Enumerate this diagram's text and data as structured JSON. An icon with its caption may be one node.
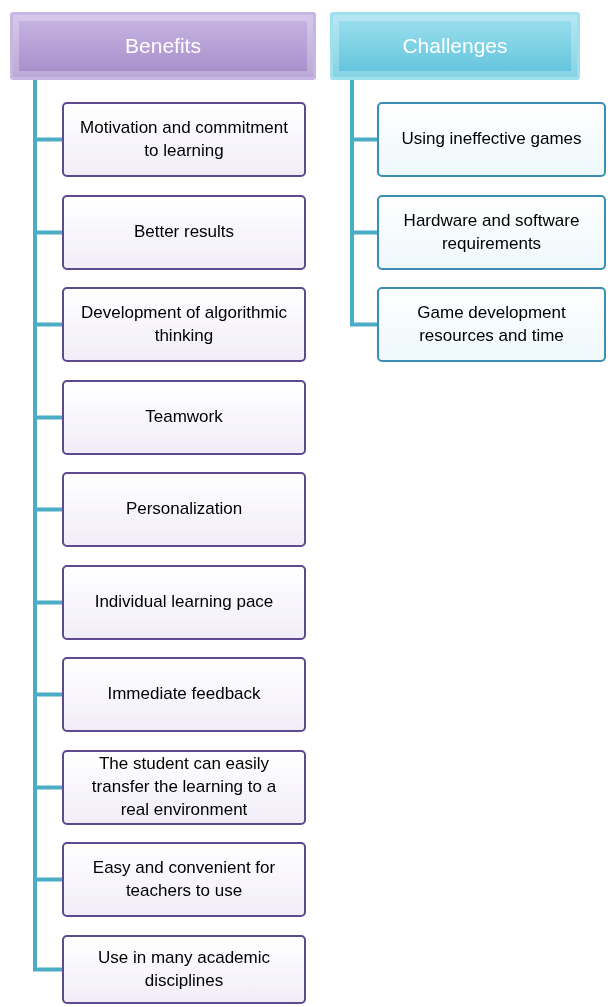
{
  "diagram": {
    "nodes": [
      {
        "text": [
          "Benefits"
        ]
      },
      {
        "text": [
          "Motivation and commitment to learning"
        ]
      },
      {
        "text": [
          "Better results"
        ]
      },
      {
        "text": [
          "Development of algorithmic thinking"
        ]
      },
      {
        "text": [
          "Teamwork"
        ]
      },
      {
        "text": [
          "Personalization"
        ]
      },
      {
        "text": [
          "Individual learning pace"
        ]
      },
      {
        "text": [
          "Immediate feedback"
        ]
      },
      {
        "text": [
          "The student can easily transfer the learning to a real environment"
        ]
      },
      {
        "text": [
          "Easy and convenient for teachers to use"
        ]
      },
      {
        "text": [
          "Use in many academic disciplines"
        ]
      },
      {
        "text": [
          "Challenges"
        ]
      },
      {
        "text": [
          "Using ineffective games"
        ]
      },
      {
        "text": [
          "Hardware and software requirements"
        ]
      },
      {
        "text": [
          "Game development resources and time"
        ]
      }
    ],
    "edges": [
      {
        "from": 0,
        "to": 1,
        "arrow": "none"
      },
      {
        "from": 0,
        "to": 2,
        "arrow": "none"
      },
      {
        "from": 0,
        "to": 3,
        "arrow": "none"
      },
      {
        "from": 0,
        "to": 4,
        "arrow": "none"
      },
      {
        "from": 0,
        "to": 5,
        "arrow": "none"
      },
      {
        "from": 0,
        "to": 6,
        "arrow": "none"
      },
      {
        "from": 0,
        "to": 7,
        "arrow": "none"
      },
      {
        "from": 0,
        "to": 8,
        "arrow": "none"
      },
      {
        "from": 0,
        "to": 9,
        "arrow": "none"
      },
      {
        "from": 0,
        "to": 10,
        "arrow": "none"
      },
      {
        "from": 11,
        "to": 12,
        "arrow": "none"
      },
      {
        "from": 11,
        "to": 13,
        "arrow": "none"
      },
      {
        "from": 11,
        "to": 14,
        "arrow": "none"
      }
    ]
  }
}
